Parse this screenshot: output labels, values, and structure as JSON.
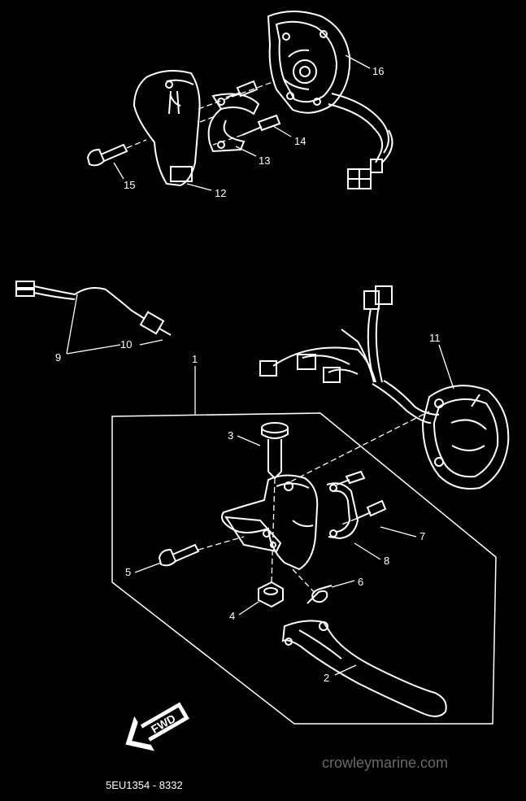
{
  "diagram": {
    "callouts": {
      "c1": "1",
      "c2": "2",
      "c3": "3",
      "c4": "4",
      "c5": "5",
      "c6": "6",
      "c7": "7",
      "c8": "8",
      "c9": "9",
      "c10": "10",
      "c11": "11",
      "c12": "12",
      "c13": "13",
      "c14": "14",
      "c15": "15",
      "c16": "16"
    },
    "direction_label": "FWD",
    "drawing_code": "5EU1354 - 8332",
    "watermark": "crowleymarine.com"
  },
  "colors": {
    "background": "#000000",
    "ink": "#ffffff",
    "watermark": "#6a6a6a"
  }
}
